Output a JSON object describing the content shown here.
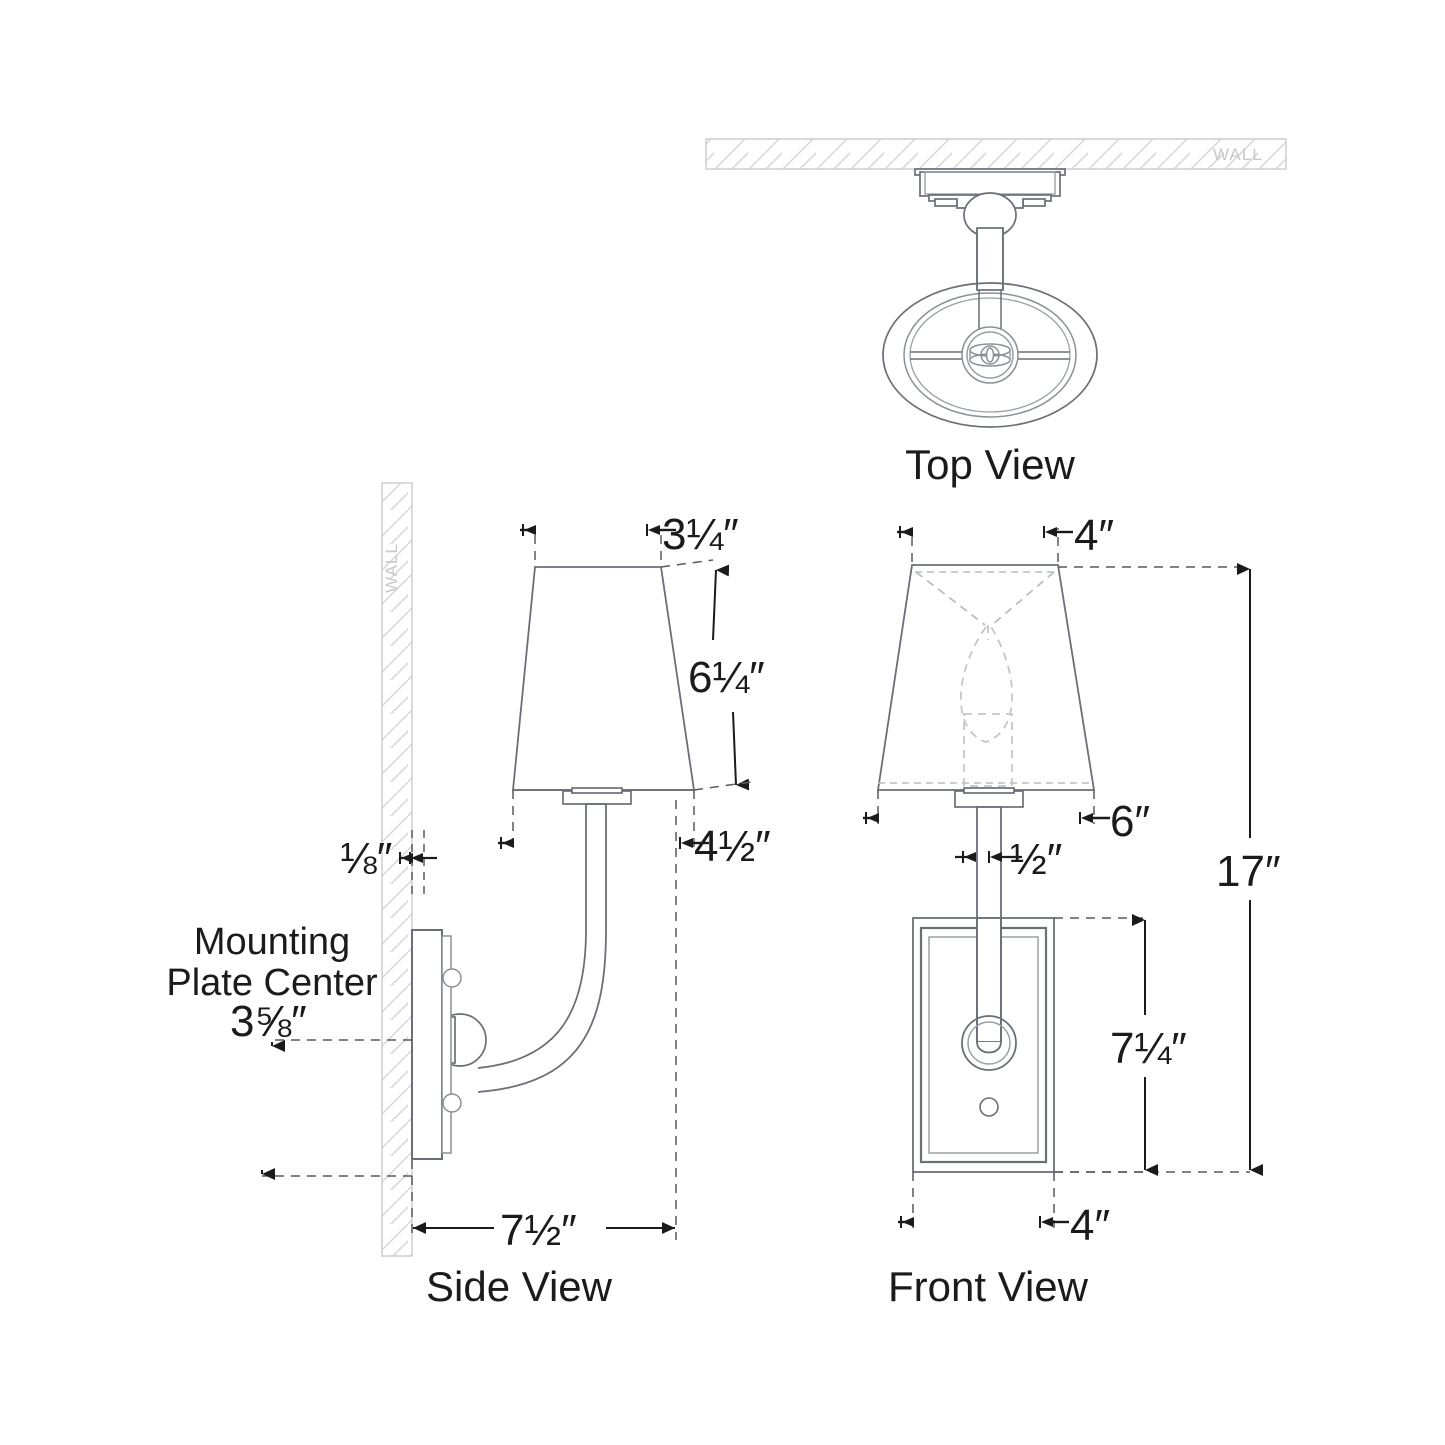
{
  "drawing": {
    "title": "Wall Sconce Dimensional Specification Drawing",
    "units": "inches",
    "line_color": "#6b6f76",
    "dim_color": "#1b1b1b",
    "wall_hatch_color": "#d8d8d8",
    "background": "#ffffff"
  },
  "views": [
    {
      "id": "top",
      "label": "Top View"
    },
    {
      "id": "side",
      "label": "Side View"
    },
    {
      "id": "front",
      "label": "Front View"
    }
  ],
  "wall_labels": {
    "top_view": "WALL",
    "side_view": "WALL"
  },
  "notes": {
    "mounting_line1": "Mounting",
    "mounting_line2": "Plate Center"
  },
  "dimensions": {
    "side": [
      {
        "id": "shade-top-dia",
        "value": "3",
        "fraction_num": "1",
        "fraction_den": "4",
        "unit": "″",
        "display": "3¼″"
      },
      {
        "id": "shade-height",
        "value": "6",
        "fraction_num": "1",
        "fraction_den": "4",
        "unit": "″",
        "display": "6¼″"
      },
      {
        "id": "shade-bottom-dia",
        "value": "4",
        "fraction_num": "1",
        "fraction_den": "2",
        "unit": "″",
        "display": "4½″"
      },
      {
        "id": "wall-gap",
        "value": "",
        "fraction_num": "1",
        "fraction_den": "8",
        "unit": "″",
        "display": "⅛″"
      },
      {
        "id": "mounting-plate-center",
        "value": "3",
        "fraction_num": "5",
        "fraction_den": "8",
        "unit": "″",
        "display": "3⅝″"
      },
      {
        "id": "projection",
        "value": "7",
        "fraction_num": "1",
        "fraction_den": "2",
        "unit": "″",
        "display": "7½″"
      }
    ],
    "front": [
      {
        "id": "shade-top-width",
        "value": "4",
        "fraction_num": "",
        "fraction_den": "",
        "unit": "″",
        "display": "4″"
      },
      {
        "id": "shade-bottom-width",
        "value": "6",
        "fraction_num": "",
        "fraction_den": "",
        "unit": "″",
        "display": "6″"
      },
      {
        "id": "stem-width",
        "value": "",
        "fraction_num": "1",
        "fraction_den": "2",
        "unit": "″",
        "display": "½″"
      },
      {
        "id": "overall-height",
        "value": "17",
        "fraction_num": "",
        "fraction_den": "",
        "unit": "″",
        "display": "17″"
      },
      {
        "id": "backplate-height",
        "value": "7",
        "fraction_num": "1",
        "fraction_den": "4",
        "unit": "″",
        "display": "7¼″"
      },
      {
        "id": "backplate-width",
        "value": "4",
        "fraction_num": "",
        "fraction_den": "",
        "unit": "″",
        "display": "4″"
      }
    ]
  }
}
